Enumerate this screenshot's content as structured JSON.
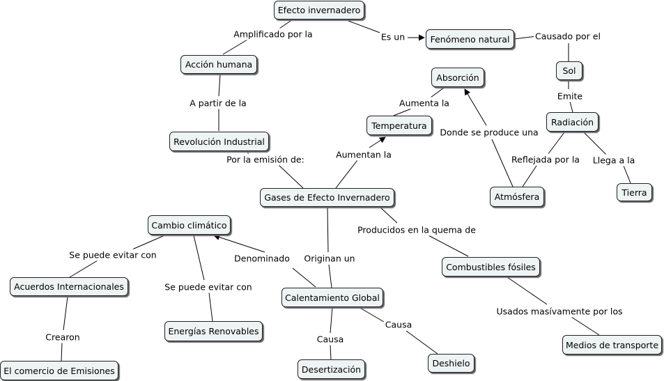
{
  "concept_map": {
    "nodes": {
      "efecto": "Efecto invernadero",
      "fenomeno": "Fenómeno natural",
      "accion": "Acción humana",
      "sol": "Sol",
      "absorcion": "Absorción",
      "revolucion": "Revolución Industrial",
      "temperatura": "Temperatura",
      "radiacion": "Radiación",
      "gases": "Gases de Efecto Invernadero",
      "atmosfera": "Atmósfera",
      "tierra": "Tierra",
      "cambio": "Cambio climático",
      "combustibles": "Combustibles fósiles",
      "acuerdos": "Acuerdos Internacionales",
      "calentamiento": "Calentamiento Global",
      "energias": "Energías Renovables",
      "medios": "Medios de transporte",
      "comercio": "El comercio de Emisiones",
      "desertizacion": "Desertización",
      "deshielo": "Deshielo"
    },
    "links": {
      "amplificado": "Amplificado por la",
      "es_un": "Es un",
      "causado": "Causado por el",
      "emite": "Emite",
      "a_partir": "A partir de la",
      "aumenta": "Aumenta la",
      "donde": "Donde se produce una",
      "por_emision": "Por la emisión de:",
      "aumentan": "Aumentan la",
      "reflejada": "Reflejada por la",
      "llega": "Llega a la",
      "producidos": "Producidos en la quema de",
      "evitar1": "Se puede evitar con",
      "denominado": "Denominado",
      "originan": "Originan un",
      "evitar2": "Se puede evitar con",
      "usados": "Usados masívamente por los",
      "crearon": "Crearon",
      "causa1": "Causa",
      "causa2": "Causa"
    }
  }
}
